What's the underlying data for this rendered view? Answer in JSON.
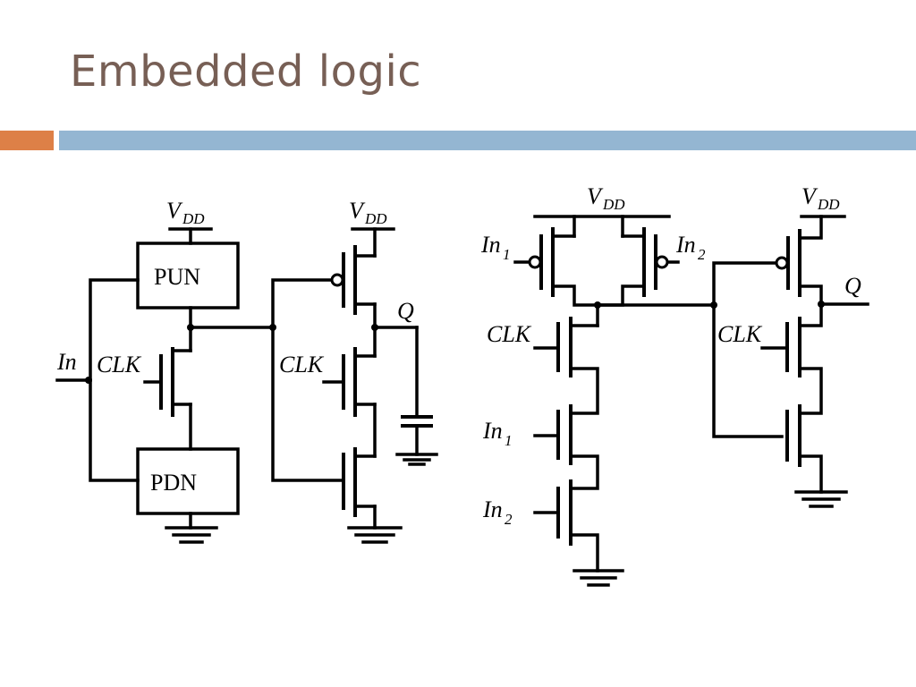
{
  "slide": {
    "title": "Embedded logic"
  },
  "left_circuit": {
    "vdd_pun": {
      "main": "V",
      "sub": "DD"
    },
    "vdd_inv": {
      "main": "V",
      "sub": "DD"
    },
    "pun_label": "PUN",
    "pdn_label": "PDN",
    "input_label": "In",
    "clk_label_1": "CLK",
    "clk_label_2": "CLK",
    "output_label": "Q"
  },
  "right_circuit": {
    "vdd_nand": {
      "main": "V",
      "sub": "DD"
    },
    "vdd_inv": {
      "main": "V",
      "sub": "DD"
    },
    "in1_p": {
      "main": "In",
      "sub": "1"
    },
    "in2_p": {
      "main": "In",
      "sub": "2"
    },
    "clk_label_1": "CLK",
    "clk_label_2": "CLK",
    "in1_n": {
      "main": "In",
      "sub": "1"
    },
    "in2_n": {
      "main": "In",
      "sub": "2"
    },
    "output_label": "Q"
  }
}
